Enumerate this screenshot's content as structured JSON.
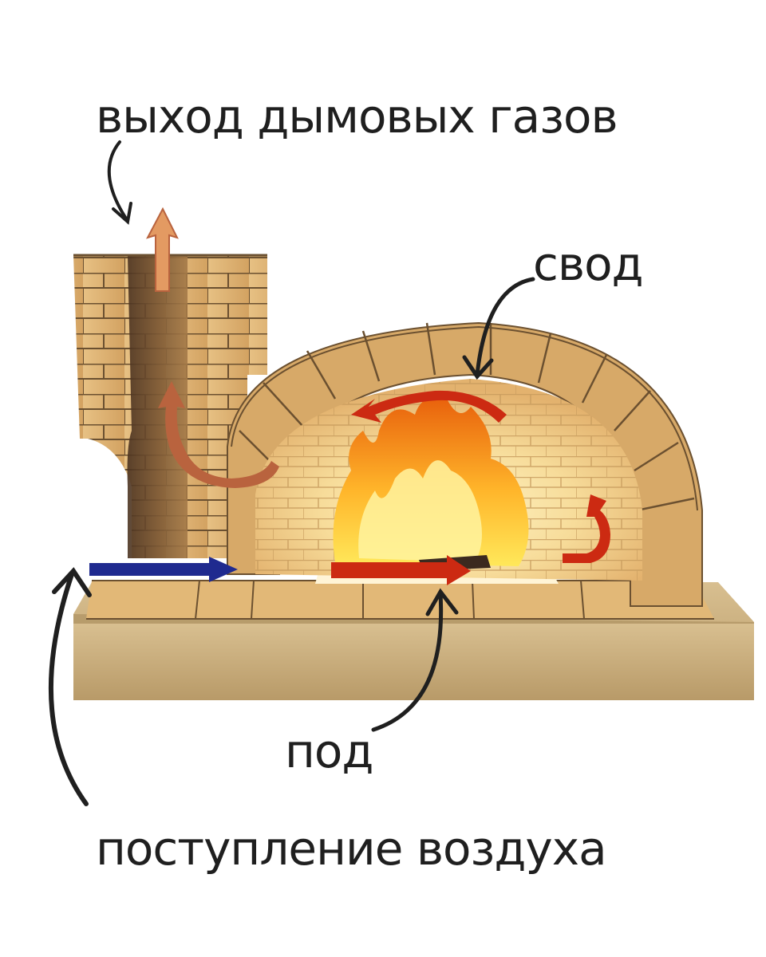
{
  "labels": {
    "flue_gas_exit": "выход  дымовых газов",
    "vault": "свод",
    "hearth": "под",
    "air_intake": "поступление воздуха"
  },
  "colors": {
    "brick_light": "#e9c487",
    "brick_mid": "#d9a866",
    "brick_dark": "#b98447",
    "mortar": "#6b5030",
    "base": "#cdb184",
    "flame_outer": "#f07a10",
    "flame_inner": "#ffe04a",
    "hot_gas_arrow": "#cc2a12",
    "flue_arrow": "#b9633e",
    "cold_air_arrow": "#1f2a8f",
    "label_text": "#1f1f1f"
  }
}
